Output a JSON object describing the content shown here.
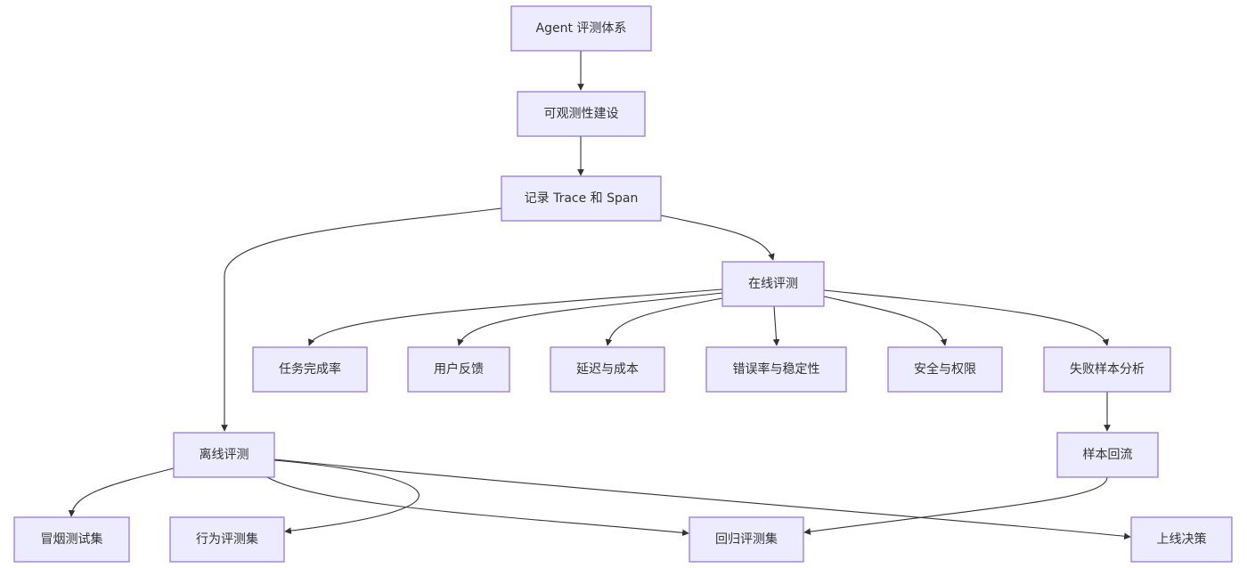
{
  "nodes": {
    "root": "Agent 评测体系",
    "observability": "可观测性建设",
    "trace": "记录 Trace 和 Span",
    "online": "在线评测",
    "offline": "离线评测",
    "task_completion": "任务完成率",
    "user_feedback": "用户反馈",
    "latency_cost": "延迟与成本",
    "error_stability": "错误率与稳定性",
    "security_permission": "安全与权限",
    "failure_analysis": "失败样本分析",
    "sample_backflow": "样本回流",
    "smoke_test": "冒烟测试集",
    "behavior_eval": "行为评测集",
    "regression_eval": "回归评测集",
    "launch_decision": "上线决策"
  },
  "edges": [
    {
      "from": "root",
      "to": "observability"
    },
    {
      "from": "observability",
      "to": "trace"
    },
    {
      "from": "trace",
      "to": "offline"
    },
    {
      "from": "trace",
      "to": "online"
    },
    {
      "from": "online",
      "to": "task_completion"
    },
    {
      "from": "online",
      "to": "user_feedback"
    },
    {
      "from": "online",
      "to": "latency_cost"
    },
    {
      "from": "online",
      "to": "error_stability"
    },
    {
      "from": "online",
      "to": "security_permission"
    },
    {
      "from": "online",
      "to": "failure_analysis"
    },
    {
      "from": "failure_analysis",
      "to": "sample_backflow"
    },
    {
      "from": "sample_backflow",
      "to": "regression_eval"
    },
    {
      "from": "offline",
      "to": "smoke_test"
    },
    {
      "from": "offline",
      "to": "behavior_eval"
    },
    {
      "from": "offline",
      "to": "regression_eval"
    },
    {
      "from": "offline",
      "to": "launch_decision"
    }
  ]
}
